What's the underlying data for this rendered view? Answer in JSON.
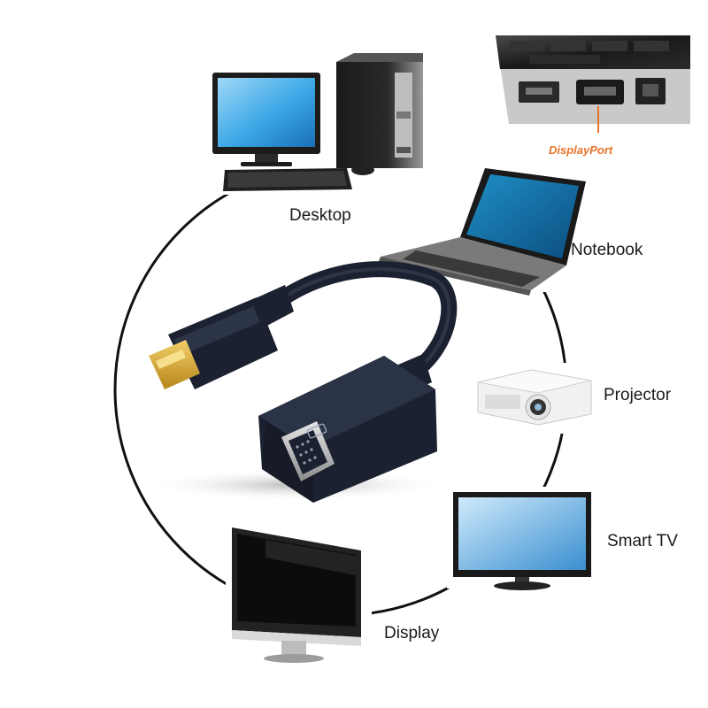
{
  "devices": {
    "desktop": "Desktop",
    "notebook": "Notebook",
    "projector": "Projector",
    "smart_tv": "Smart TV",
    "display": "Display"
  },
  "port_callout": "DisplayPort",
  "colors": {
    "adapter_body": "#1b2130",
    "connector_gold": "#d9a62a",
    "callout_orange": "#e8742a",
    "ring_line": "#111111",
    "screen_blue": "#3aa7e6"
  },
  "icons": [
    "desktop-computer",
    "laptop",
    "projector",
    "smart-tv",
    "monitor",
    "displayport-to-vga-adapter",
    "port-closeup"
  ]
}
